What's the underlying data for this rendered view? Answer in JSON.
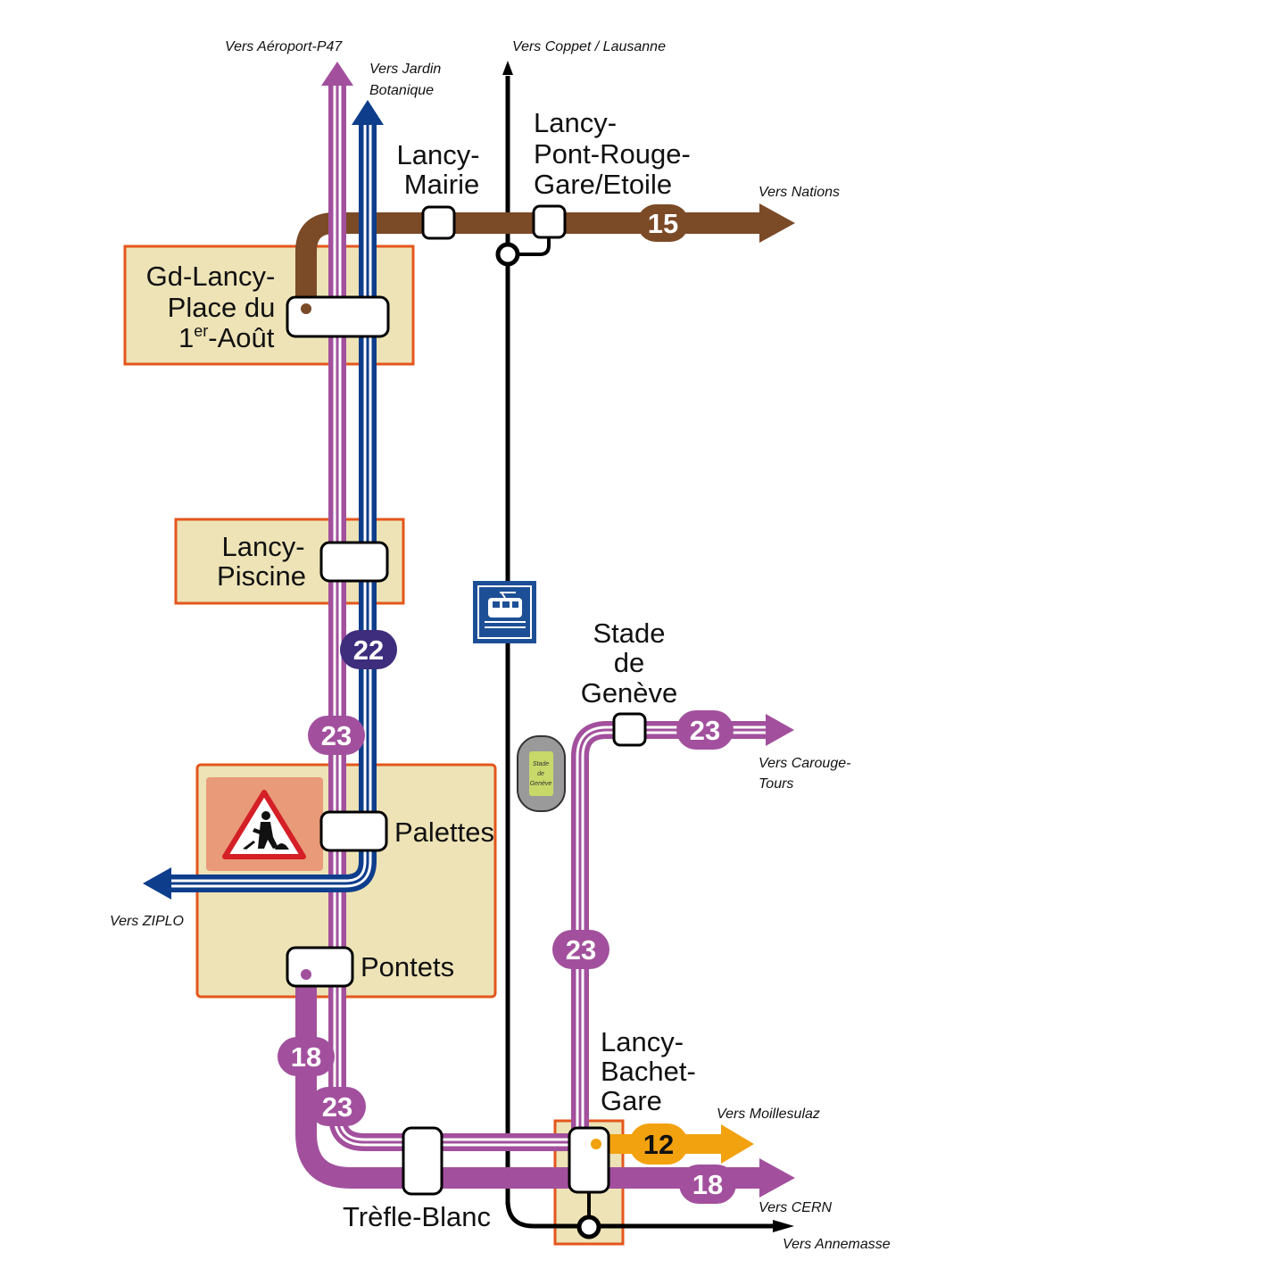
{
  "colors": {
    "line_15": "#7b4a27",
    "line_22": "#0e3d8c",
    "line_22_badge": "#3e2d7c",
    "line_23": "#a2509d",
    "line_18": "#a2509d",
    "line_12": "#f2a20f",
    "railway": "#000000",
    "zone_fill": "#ede3b6",
    "zone_border": "#e4561d",
    "works_bg": "#e99a78",
    "train_icon_bg": "#1d4f96"
  },
  "stations": {
    "lancy_mairie": {
      "line1": "Lancy-",
      "line2": "Mairie"
    },
    "pont_rouge": {
      "line1": "Lancy-",
      "line2": "Pont-Rouge-",
      "line3": "Gare/Etoile"
    },
    "gd_lancy": {
      "line1": "Gd-Lancy-",
      "line2": "Place du",
      "line3_pre": "1",
      "line3_sup": "er",
      "line3_post": "-Août"
    },
    "lancy_piscine": {
      "line1": "Lancy-",
      "line2": "Piscine"
    },
    "stade": {
      "line1": "Stade",
      "line2": "de",
      "line3": "Genève"
    },
    "palettes": "Palettes",
    "pontets": "Pontets",
    "bachet": {
      "line1": "Lancy-",
      "line2": "Bachet-",
      "line3": "Gare"
    },
    "trefle_blanc": "Trèfle-Blanc"
  },
  "directions": {
    "aeroport": "Vers Aéroport-P47",
    "jardin": {
      "line1": "Vers Jardin",
      "line2": "Botanique"
    },
    "coppet": "Vers Coppet / Lausanne",
    "nations": "Vers Nations",
    "carouge": {
      "line1": "Vers Carouge-",
      "line2": "Tours"
    },
    "ziplo": "Vers ZIPLO",
    "moillesulaz": "Vers Moillesulaz",
    "cern": "Vers CERN",
    "annemasse": "Vers Annemasse"
  },
  "line_badges": {
    "l15": "15",
    "l22": "22",
    "l23_a": "23",
    "l23_b": "23",
    "l23_c": "23",
    "l23_d": "23",
    "l18_a": "18",
    "l18_b": "18",
    "l12": "12"
  },
  "stadium_label": {
    "line1": "Stade",
    "line2": "de",
    "line3": "Genève"
  },
  "icons": {
    "train": "train-icon",
    "works": "roadworks-warning-icon"
  }
}
